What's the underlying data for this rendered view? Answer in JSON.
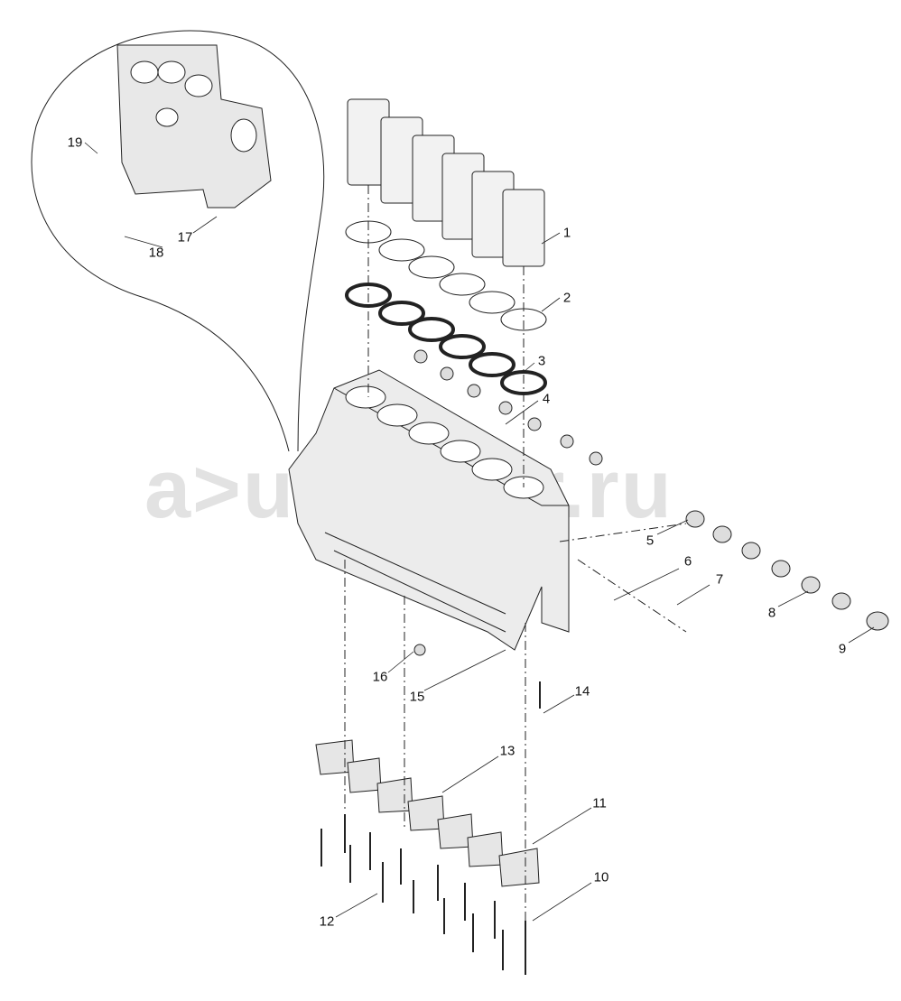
{
  "watermark": "a>utopiter.ru",
  "callouts": [
    {
      "id": "1",
      "text": "1"
    },
    {
      "id": "2",
      "text": "2"
    },
    {
      "id": "3",
      "text": "3"
    },
    {
      "id": "4",
      "text": "4"
    },
    {
      "id": "5",
      "text": "5"
    },
    {
      "id": "6",
      "text": "6"
    },
    {
      "id": "7",
      "text": "7"
    },
    {
      "id": "8",
      "text": "8"
    },
    {
      "id": "9",
      "text": "9"
    },
    {
      "id": "10",
      "text": "10"
    },
    {
      "id": "11",
      "text": "11"
    },
    {
      "id": "12",
      "text": "12"
    },
    {
      "id": "13",
      "text": "13"
    },
    {
      "id": "14",
      "text": "14"
    },
    {
      "id": "15",
      "text": "15"
    },
    {
      "id": "16",
      "text": "16"
    },
    {
      "id": "17",
      "text": "17"
    },
    {
      "id": "18",
      "text": "18"
    },
    {
      "id": "19",
      "text": "19"
    }
  ]
}
